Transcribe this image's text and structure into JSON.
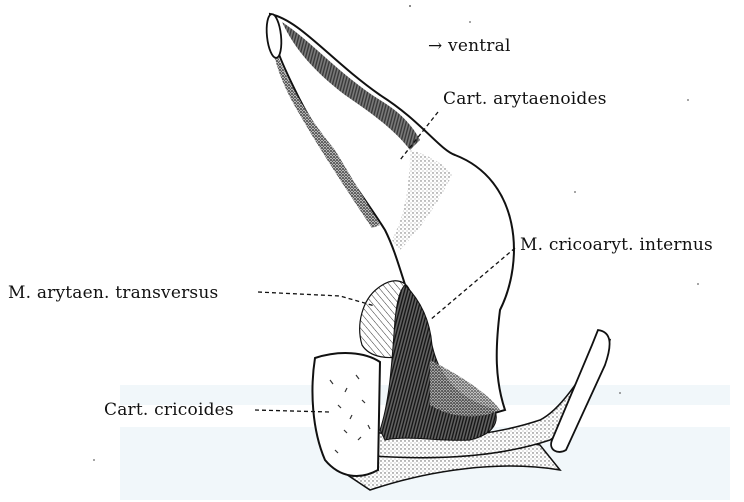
{
  "labels": {
    "direction": "→ ventral",
    "cart_arytaenoides": "Cart. arytaenoides",
    "m_cricoaryt_internus": "M. cricoaryt. internus",
    "m_arytaen_transversus": "M. arytaen. transversus",
    "cart_cricoides": "Cart. cricoides"
  },
  "colors": {
    "ink": "#111111",
    "paper": "#ffffff",
    "watermark": "#e6f1f7"
  }
}
